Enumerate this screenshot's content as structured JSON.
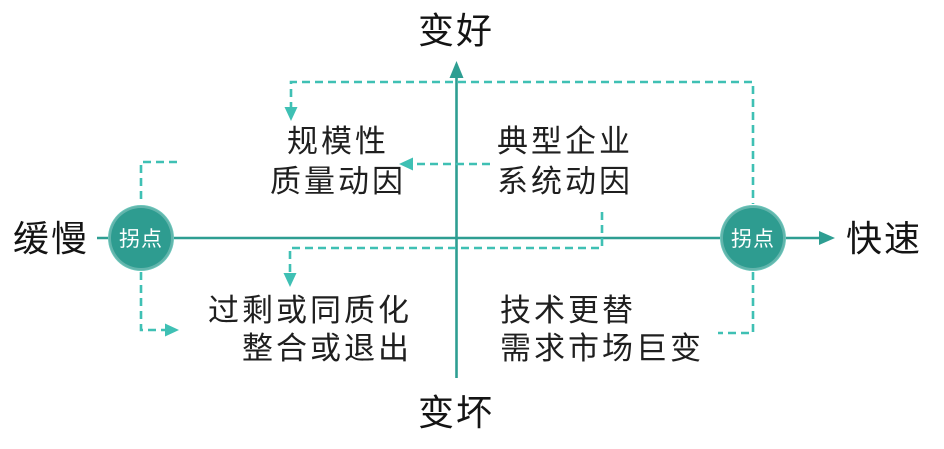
{
  "diagram": {
    "title_semantic": "inflection-point quadrant diagram",
    "axis_labels": {
      "top": "变好",
      "bottom": "变坏",
      "left": "缓慢",
      "right": "快速"
    },
    "nodes": {
      "left": {
        "label": "拐点"
      },
      "right": {
        "label": "拐点"
      }
    },
    "quadrants": {
      "top_left": {
        "line1": "规模性",
        "line2": "质量动因"
      },
      "top_right": {
        "line1": "典型企业",
        "line2": "系统动因"
      },
      "bottom_left": {
        "line1": "过剩或同质化",
        "line2": "整合或退出"
      },
      "bottom_right": {
        "line1": "技术更替",
        "line2": "需求市场巨变"
      }
    },
    "colors": {
      "axis": "#2E9E92",
      "dashed": "#3FC0B4",
      "node_fill": "#2E9C90",
      "node_text": "#FFFFFF",
      "label_text": "#141414"
    }
  }
}
